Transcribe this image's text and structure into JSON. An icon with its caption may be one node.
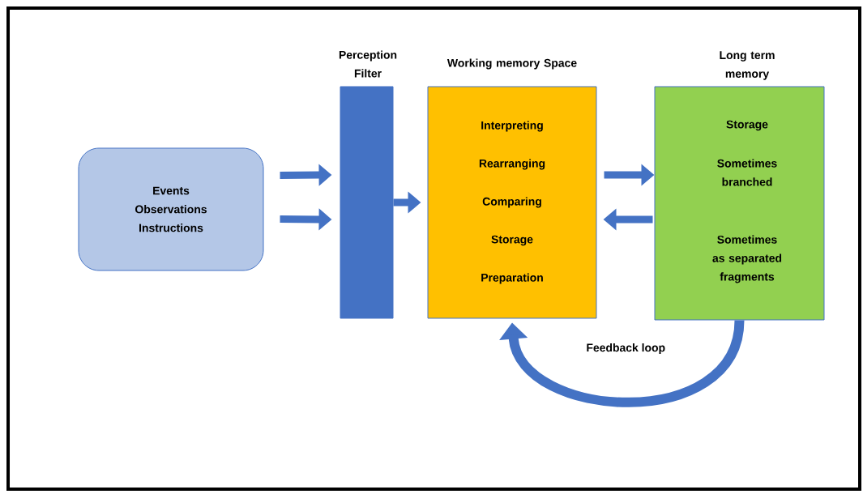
{
  "diagram": {
    "nodes": [
      {
        "text": [
          "Events Observations Instructions"
        ]
      },
      {
        "text": [
          "Perception Filter"
        ]
      },
      {
        "text": [
          "Working memory Space",
          "Interpreting",
          "Rearranging",
          "Comparing",
          "Storage",
          "Preparation"
        ]
      },
      {
        "text": [
          "Long term memory",
          "Storage",
          "Sometimes branched",
          "Sometimes as separated fragments"
        ]
      }
    ],
    "edges": [
      {
        "from": 0,
        "to": 1,
        "arrow": "to"
      },
      {
        "from": 0,
        "to": 1,
        "arrow": "to"
      },
      {
        "from": 1,
        "to": 2,
        "arrow": "to"
      },
      {
        "from": 2,
        "to": 3,
        "arrow": "to"
      },
      {
        "from": 3,
        "to": 2,
        "arrow": "to"
      },
      {
        "from": 3,
        "to": 2,
        "arrow": "to",
        "label": "Feedback loop"
      }
    ]
  }
}
